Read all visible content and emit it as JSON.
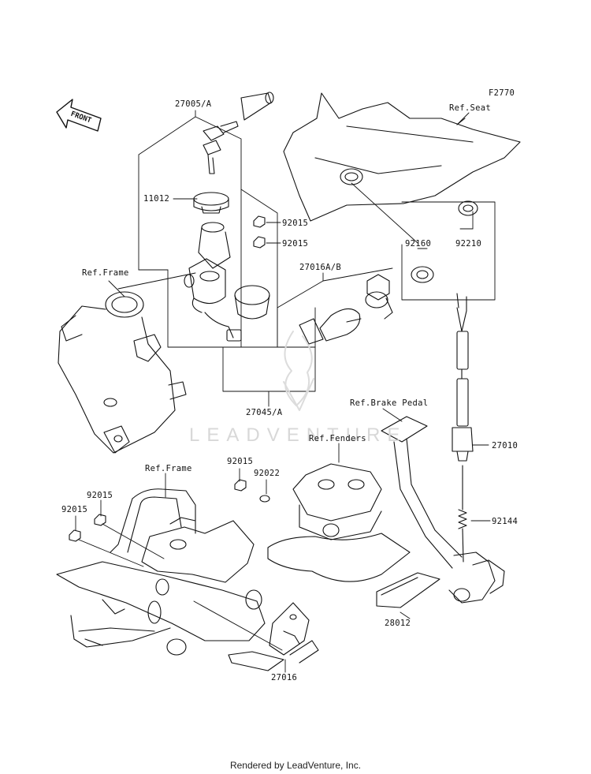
{
  "figure_code": "F2770",
  "front_label": "FRONT",
  "watermark": "LEADVENTURE",
  "footer": "Rendered by LeadVenture, Inc.",
  "parts": {
    "p27005A": "27005/A",
    "p11012": "11012",
    "p92015_top1": "92015",
    "p92015_top2": "92015",
    "ref_frame_top": "Ref.Frame",
    "p27016AB": "27016A/B",
    "p92160": "92160",
    "p92210": "92210",
    "ref_seat": "Ref.Seat",
    "p27045A": "27045/A",
    "ref_brake_pedal": "Ref.Brake Pedal",
    "ref_fenders": "Ref.Fenders",
    "p92015_mid": "92015",
    "p92022": "92022",
    "p27010": "27010",
    "ref_frame_bottom": "Ref.Frame",
    "p92015_left1": "92015",
    "p92015_left2": "92015",
    "p92144": "92144",
    "p28012": "28012",
    "p27016": "27016"
  }
}
